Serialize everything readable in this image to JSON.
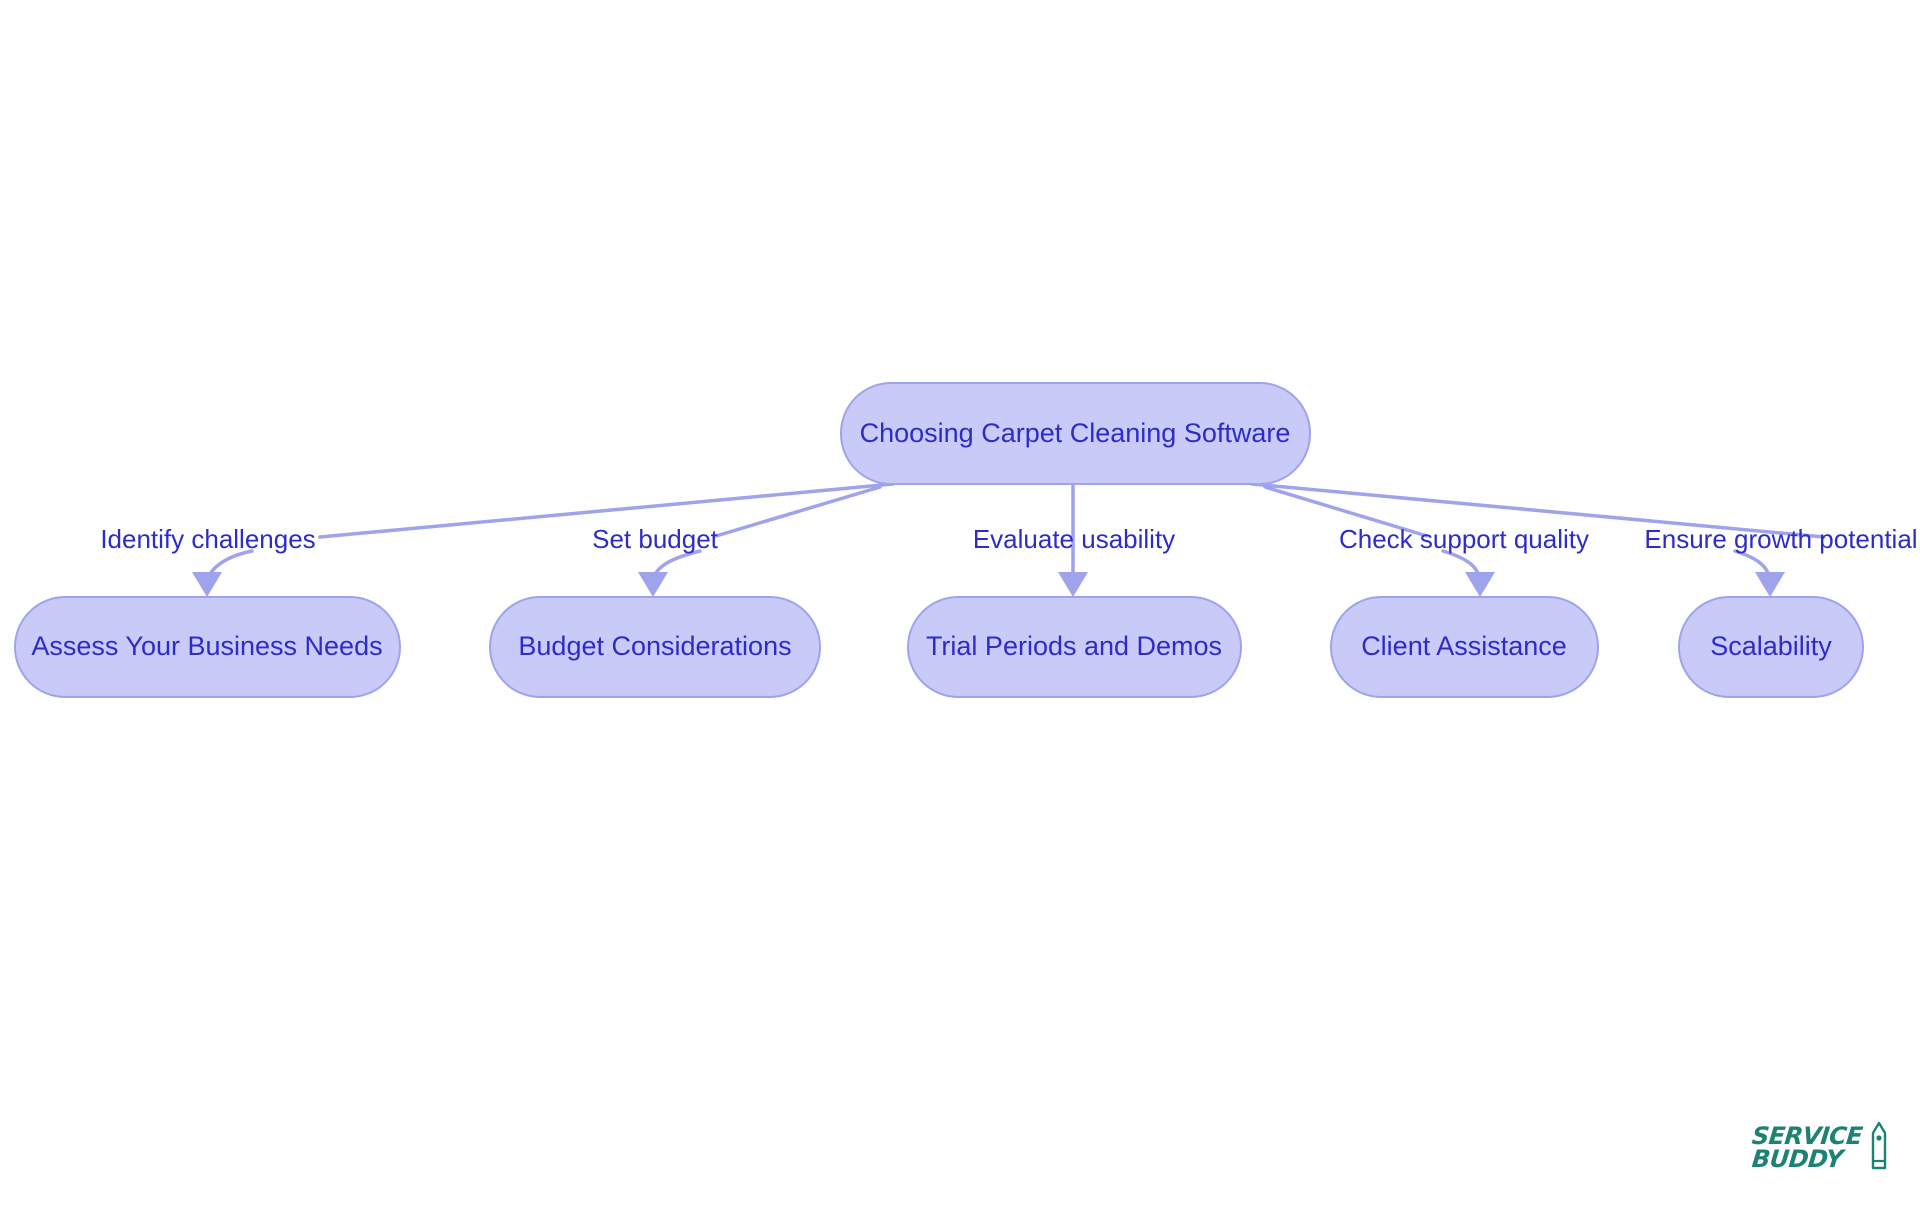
{
  "diagram": {
    "type": "flowchart",
    "orientation": "top-down",
    "title_node": "Choosing Carpet Cleaning Software",
    "root": {
      "id": "root",
      "label": "Choosing Carpet Cleaning Software"
    },
    "nodes": [
      {
        "id": "n1",
        "label": "Assess Your Business Needs"
      },
      {
        "id": "n2",
        "label": "Budget Considerations"
      },
      {
        "id": "n3",
        "label": "Trial Periods and Demos"
      },
      {
        "id": "n4",
        "label": "Client Assistance"
      },
      {
        "id": "n5",
        "label": "Scalability"
      }
    ],
    "edges": [
      {
        "from": "root",
        "to": "n1",
        "label": "Identify challenges"
      },
      {
        "from": "root",
        "to": "n2",
        "label": "Set budget"
      },
      {
        "from": "root",
        "to": "n3",
        "label": "Evaluate usability"
      },
      {
        "from": "root",
        "to": "n4",
        "label": "Check support quality"
      },
      {
        "from": "root",
        "to": "n5",
        "label": "Ensure growth potential"
      }
    ]
  },
  "colors": {
    "node_fill": "#c8caf8",
    "node_stroke": "#9fa3ec",
    "node_text": "#2d2bc9",
    "edge_stroke": "#9fa3ec",
    "edge_label_text": "#2d2bc9",
    "canvas_background": "#ffffff",
    "logo_green": "#1d8271"
  },
  "watermark": {
    "line1": "SERVICE",
    "line2": "BUDDY",
    "icon": "pencil-icon"
  }
}
